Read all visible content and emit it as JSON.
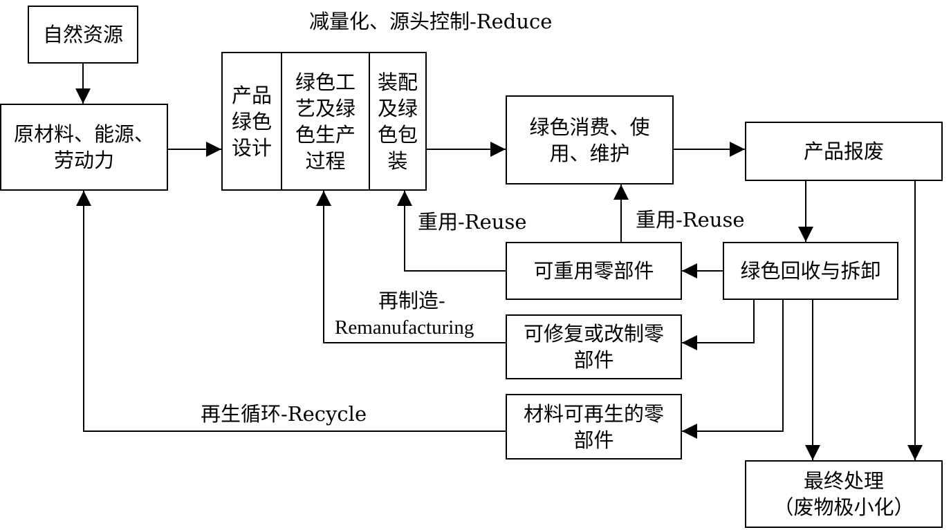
{
  "nodes": {
    "natural_resources": "自然资源",
    "raw_materials": [
      "原材料、能源、",
      "劳动力"
    ],
    "green_design": [
      "产品",
      "绿色",
      "设计"
    ],
    "green_process": [
      "绿色工",
      "艺及绿",
      "色生产",
      "过程"
    ],
    "green_packaging": [
      "装配",
      "及绿",
      "色包",
      "装"
    ],
    "green_consumption": [
      "绿色消费、使",
      "用、维护"
    ],
    "product_scrap": "产品报废",
    "reusable_parts": "可重用零部件",
    "green_recycle_disassembly": "绿色回收与拆卸",
    "repairable_parts": [
      "可修复或改制零",
      "部件"
    ],
    "recyclable_material_parts": [
      "材料可再生的零",
      "部件"
    ],
    "final_treatment": [
      "最终处理",
      "（废物极小化）"
    ]
  },
  "labels": {
    "reduce": "减量化、源头控制-Reduce",
    "reuse_left": "重用-Reuse",
    "reuse_right": "重用-Reuse",
    "remanufacturing_line1": "再制造-",
    "remanufacturing_line2": "Remanufacturing",
    "recycle": "再生循环-Recycle"
  }
}
